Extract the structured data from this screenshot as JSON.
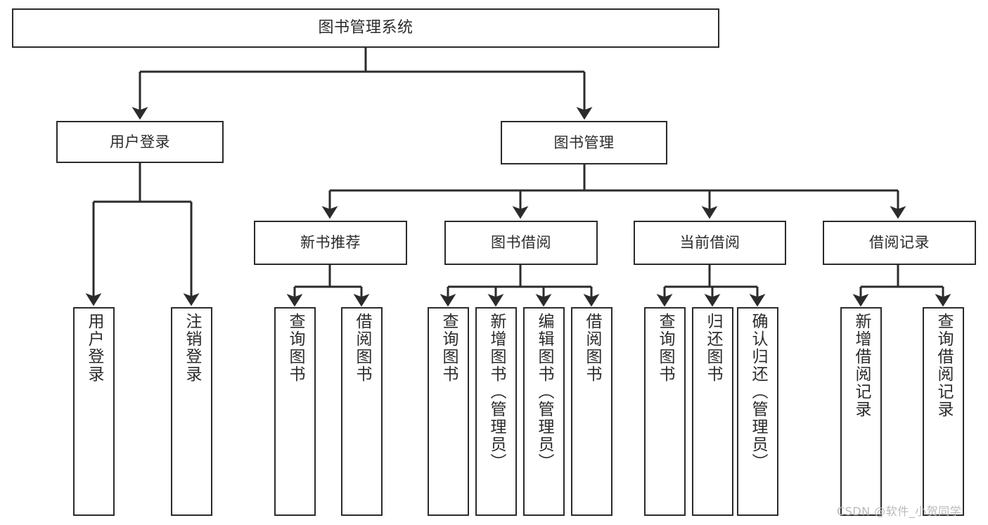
{
  "diagram": {
    "type": "tree",
    "title": "图书管理系统",
    "orientation": "top-down",
    "colors": {
      "background": "#ffffff",
      "node_border": "#2b2b2b",
      "node_fill": "#ffffff",
      "edge": "#2b2b2b",
      "text": "#2b2b2b",
      "watermark": "#b9b9b9"
    },
    "nodes": {
      "root": {
        "label": "图书管理系统"
      },
      "level1": [
        {
          "label": "用户登录"
        },
        {
          "label": "图书管理"
        }
      ],
      "level2": [
        {
          "label": "新书推荐"
        },
        {
          "label": "图书借阅"
        },
        {
          "label": "当前借阅"
        },
        {
          "label": "借阅记录"
        }
      ],
      "leaves": {
        "user_login": [
          {
            "label": "用户登录"
          },
          {
            "label": "注销登录"
          }
        ],
        "new_book_recommend": [
          {
            "label": "查询图书"
          },
          {
            "label": "借阅图书"
          }
        ],
        "book_borrow": [
          {
            "label": "查询图书"
          },
          {
            "label": "新增图书（管理员）"
          },
          {
            "label": "编辑图书（管理员）"
          },
          {
            "label": "借阅图书"
          }
        ],
        "current_borrow": [
          {
            "label": "查询图书"
          },
          {
            "label": "归还图书"
          },
          {
            "label": "确认归还（管理员）"
          }
        ],
        "borrow_records": [
          {
            "label": "新增借阅记录"
          },
          {
            "label": "查询借阅记录"
          }
        ]
      }
    }
  },
  "watermark": {
    "text": "CSDN @软件_小贺同学"
  }
}
